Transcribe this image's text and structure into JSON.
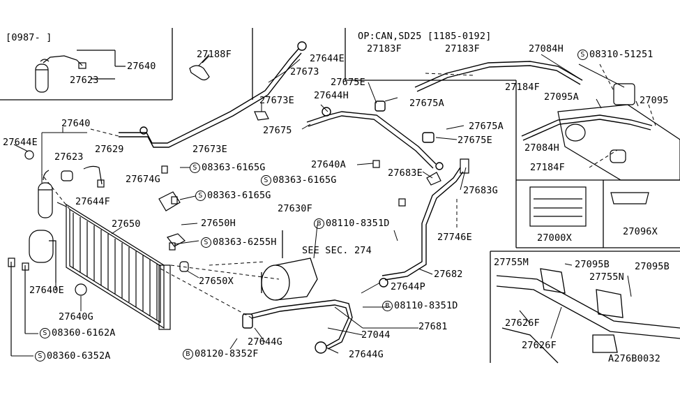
{
  "diagram_id": "A276B0032",
  "labels": [
    {
      "id": "range-0987",
      "text": "[0987-     ]"
    },
    {
      "id": "p27640-top",
      "text": "27640"
    },
    {
      "id": "p27623-top",
      "text": "27623"
    },
    {
      "id": "p27188F",
      "text": "27188F"
    },
    {
      "id": "p27644E-top",
      "text": "27644E"
    },
    {
      "id": "p27673",
      "text": "27673"
    },
    {
      "id": "note-op",
      "text": "OP:CAN,SD25 [1185-0192]"
    },
    {
      "id": "p27183F-a",
      "text": "27183F"
    },
    {
      "id": "p27183F-b",
      "text": "27183F"
    },
    {
      "id": "p27084H-top",
      "text": "27084H"
    },
    {
      "id": "s08310-51251",
      "text": "08310-51251",
      "prefix": "S"
    },
    {
      "id": "p27675E-top",
      "text": "27675E"
    },
    {
      "id": "p27673E-a",
      "text": "27673E"
    },
    {
      "id": "p27644H",
      "text": "27644H"
    },
    {
      "id": "p27675A-a",
      "text": "27675A"
    },
    {
      "id": "p27184F-top",
      "text": "27184F"
    },
    {
      "id": "p27095A",
      "text": "27095A"
    },
    {
      "id": "p27095",
      "text": "27095"
    },
    {
      "id": "p27675",
      "text": "27675"
    },
    {
      "id": "p27675A-b",
      "text": "27675A"
    },
    {
      "id": "p27640-left",
      "text": "27640"
    },
    {
      "id": "p27644E-left",
      "text": "27644E"
    },
    {
      "id": "p27623-left",
      "text": "27623"
    },
    {
      "id": "p27629",
      "text": "27629"
    },
    {
      "id": "p27673E-b",
      "text": "27673E"
    },
    {
      "id": "p27675E-mid",
      "text": "27675E"
    },
    {
      "id": "p27084H-mid",
      "text": "27084H"
    },
    {
      "id": "s08363-6165G-a",
      "text": "08363-6165G",
      "prefix": "S"
    },
    {
      "id": "p27640A",
      "text": "27640A"
    },
    {
      "id": "p27683E",
      "text": "27683E"
    },
    {
      "id": "p27184F-bot",
      "text": "27184F"
    },
    {
      "id": "p27674G",
      "text": "27674G"
    },
    {
      "id": "s08363-6165G-b",
      "text": "08363-6165G",
      "prefix": "S"
    },
    {
      "id": "s08363-6165G-c",
      "text": "08363-6165G",
      "prefix": "S"
    },
    {
      "id": "p27683G",
      "text": "27683G"
    },
    {
      "id": "p27644F",
      "text": "27644F"
    },
    {
      "id": "p27630F",
      "text": "27630F"
    },
    {
      "id": "p27650",
      "text": "27650"
    },
    {
      "id": "p27650H",
      "text": "27650H"
    },
    {
      "id": "b08110-8351D-a",
      "text": "08110-8351D",
      "prefix": "B"
    },
    {
      "id": "p27000X",
      "text": "27000X"
    },
    {
      "id": "p27096X",
      "text": "27096X"
    },
    {
      "id": "p27746E",
      "text": "27746E"
    },
    {
      "id": "s08363-6255H",
      "text": "08363-6255H",
      "prefix": "S"
    },
    {
      "id": "see-sec",
      "text": "SEE SEC. 274"
    },
    {
      "id": "p27755M",
      "text": "27755M"
    },
    {
      "id": "p27095B-a",
      "text": "27095B"
    },
    {
      "id": "p27095B-b",
      "text": "27095B"
    },
    {
      "id": "p27682",
      "text": "27682"
    },
    {
      "id": "p27755N",
      "text": "27755N"
    },
    {
      "id": "p27650X",
      "text": "27650X"
    },
    {
      "id": "p27640E",
      "text": "27640E"
    },
    {
      "id": "p27644P",
      "text": "27644P"
    },
    {
      "id": "b08110-8351D-b",
      "text": "08110-8351D",
      "prefix": "B"
    },
    {
      "id": "p27640G",
      "text": "27640G"
    },
    {
      "id": "p27626F-a",
      "text": "27626F"
    },
    {
      "id": "p27681",
      "text": "27681"
    },
    {
      "id": "p27044",
      "text": "27044"
    },
    {
      "id": "s08360-6162A",
      "text": "08360-6162A",
      "prefix": "S"
    },
    {
      "id": "p27644G-a",
      "text": "27644G"
    },
    {
      "id": "p27626F-b",
      "text": "27626F"
    },
    {
      "id": "b08120-8352F",
      "text": "08120-8352F",
      "prefix": "B"
    },
    {
      "id": "p27644G-b",
      "text": "27644G"
    },
    {
      "id": "s08360-6352A",
      "text": "08360-6352A",
      "prefix": "S"
    },
    {
      "id": "diagram-code",
      "text": "A276B0032"
    }
  ]
}
